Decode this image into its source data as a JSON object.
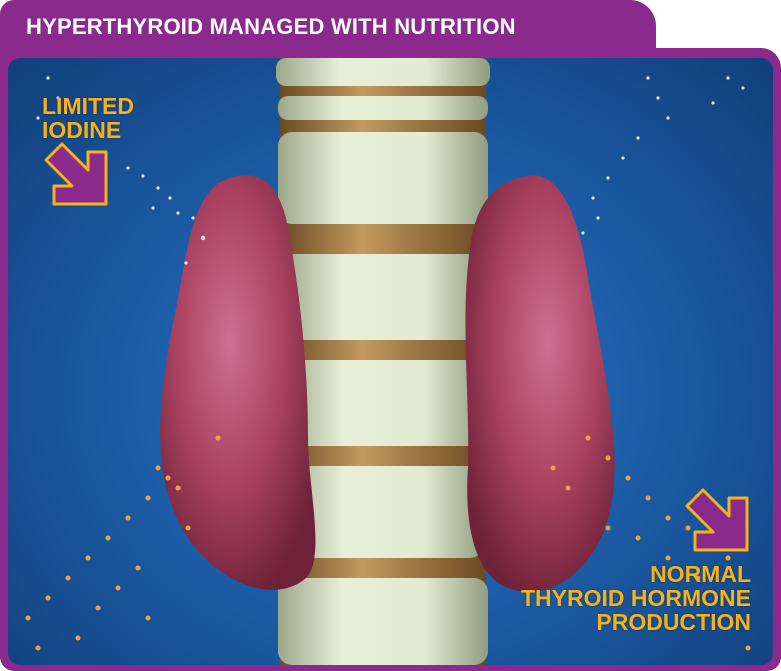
{
  "header": {
    "title": "HYPERTHYROID MANAGED WITH NUTRITION"
  },
  "labels": {
    "limited_iodine": [
      "LIMITED",
      "IODINE"
    ],
    "normal_production": [
      "NORMAL",
      "THYROID HORMONE",
      "PRODUCTION"
    ]
  },
  "colors": {
    "accent": "#8a2a8c",
    "label": "#f6b21b",
    "background": "#1d5ea9",
    "thyroid": "#b24a70",
    "trachea": "#dfe7cf"
  },
  "icons": {
    "arrow_in": "arrow-down-right-icon",
    "arrow_out": "arrow-down-right-icon"
  }
}
